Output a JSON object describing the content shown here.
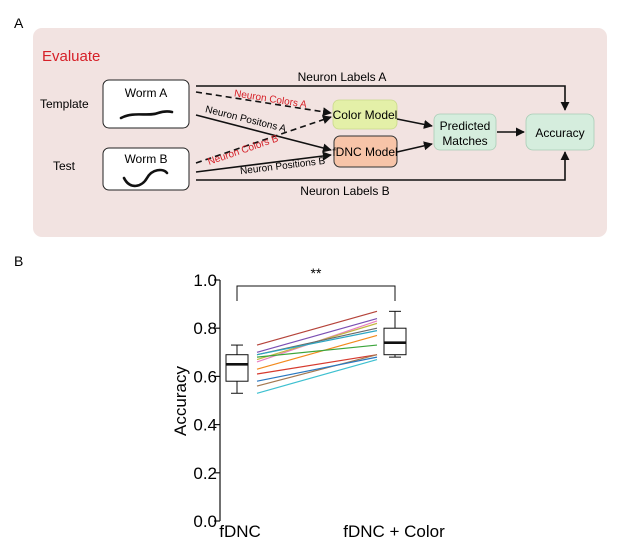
{
  "panel_a": {
    "label": "A",
    "title": "Evaluate",
    "row_template": "Template",
    "row_test": "Test",
    "worm_a": "Worm A",
    "worm_b": "Worm B",
    "neuron_labels_a": "Neuron Labels A",
    "neuron_colors_a": "Neuron Colors A",
    "neuron_positions_a": "Neuron Positons A",
    "neuron_colors_b": "Neuron Colors B",
    "neuron_positions_b": "Neuron Positions B",
    "neuron_labels_b": "Neuron Labels B",
    "color_model": "Color Model",
    "fdnc_model": "fDNC Model",
    "predicted_line1": "Predicted",
    "predicted_line2": "Matches",
    "accuracy": "Accuracy",
    "colors": {
      "panel_bg": "#f2e3e1",
      "title_red": "#d62028",
      "color_model_fill": "#e4f0a8",
      "fdnc_model_fill": "#f7c4a8",
      "predicted_fill": "#d5eddd",
      "accuracy_fill": "#d5eddd"
    }
  },
  "panel_b": {
    "label": "B",
    "significance": "**"
  },
  "chart_data": {
    "type": "line",
    "categories": [
      "fDNC",
      "fDNC + Color"
    ],
    "ylabel": "Accuracy",
    "ylim": [
      0.0,
      1.0
    ],
    "yticks": [
      "0.0",
      "0.2",
      "0.4",
      "0.6",
      "0.8",
      "1.0"
    ],
    "ytick_values": [
      0.0,
      0.2,
      0.4,
      0.6,
      0.8,
      1.0
    ],
    "paired_lines": [
      {
        "color": "#b5433a",
        "values": [
          0.73,
          0.87
        ]
      },
      {
        "color": "#7b4fb3",
        "values": [
          0.7,
          0.84
        ]
      },
      {
        "color": "#e87fc0",
        "values": [
          0.66,
          0.83
        ]
      },
      {
        "color": "#c4b740",
        "values": [
          0.67,
          0.82
        ]
      },
      {
        "color": "#6a6a6a",
        "values": [
          0.69,
          0.8
        ]
      },
      {
        "color": "#2ca6c4",
        "values": [
          0.69,
          0.79
        ]
      },
      {
        "color": "#f28a1c",
        "values": [
          0.63,
          0.77
        ]
      },
      {
        "color": "#3ca53c",
        "values": [
          0.68,
          0.73
        ]
      },
      {
        "color": "#d63a2e",
        "values": [
          0.61,
          0.69
        ]
      },
      {
        "color": "#a47850",
        "values": [
          0.56,
          0.69
        ]
      },
      {
        "color": "#2a78c0",
        "values": [
          0.58,
          0.68
        ]
      },
      {
        "color": "#3ec0d0",
        "values": [
          0.53,
          0.67
        ]
      }
    ],
    "boxes": [
      {
        "category": "fDNC",
        "min": 0.53,
        "q1": 0.58,
        "median": 0.65,
        "q3": 0.69,
        "max": 0.73
      },
      {
        "category": "fDNC + Color",
        "min": 0.68,
        "q1": 0.69,
        "median": 0.74,
        "q3": 0.8,
        "max": 0.87
      }
    ],
    "significance": "**"
  }
}
